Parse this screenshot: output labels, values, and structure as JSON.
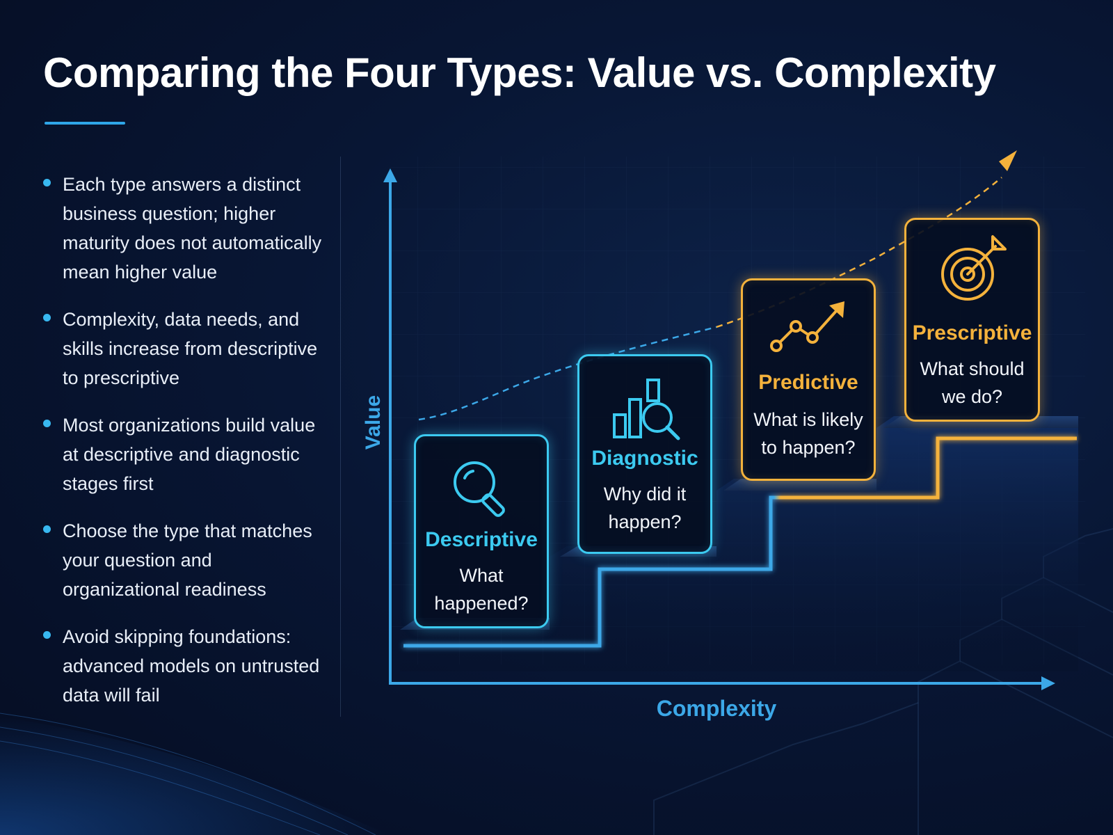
{
  "title": "Comparing the Four Types: Value vs. Complexity",
  "bullets": [
    "Each type answers a distinct business question; higher maturity does not automatically mean higher value",
    "Complexity, data needs, and skills increase from descriptive to prescriptive",
    "Most organizations build value at descriptive and diagnostic stages first",
    "Choose the type that matches your question and organizational readiness",
    "Avoid skipping foundations: advanced models on untrusted data will fail"
  ],
  "axes": {
    "y_label": "Value",
    "x_label": "Complexity"
  },
  "stages": [
    {
      "name": "Descriptive",
      "question": "What happened?",
      "icon": "magnifier-icon",
      "color": "#3ccaf0"
    },
    {
      "name": "Diagnostic",
      "question": "Why did it happen?",
      "icon": "bar-chart-magnifier-icon",
      "color": "#3ccaf0"
    },
    {
      "name": "Predictive",
      "question": "What is likely to happen?",
      "icon": "trend-line-icon",
      "color": "#f4b23c"
    },
    {
      "name": "Prescriptive",
      "question": "What should we do?",
      "icon": "target-arrow-icon",
      "color": "#f4b23c"
    }
  ],
  "colors": {
    "accent_blue": "#3ccaf0",
    "axis_blue": "#3ca8e8",
    "accent_gold": "#f4b23c",
    "background": "#06122a"
  }
}
